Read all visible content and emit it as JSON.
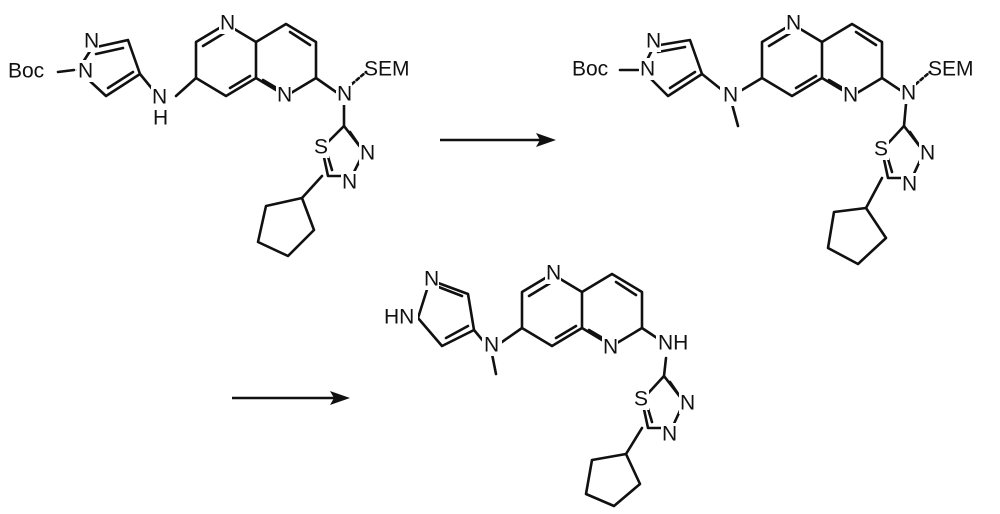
{
  "labels": {
    "boc": "Boc",
    "n": "N",
    "nh": "NH",
    "hn": "HN",
    "h": "H",
    "s": "S",
    "sem": "SEM"
  },
  "arrows": [
    {
      "direction": "right"
    },
    {
      "direction": "right"
    }
  ]
}
